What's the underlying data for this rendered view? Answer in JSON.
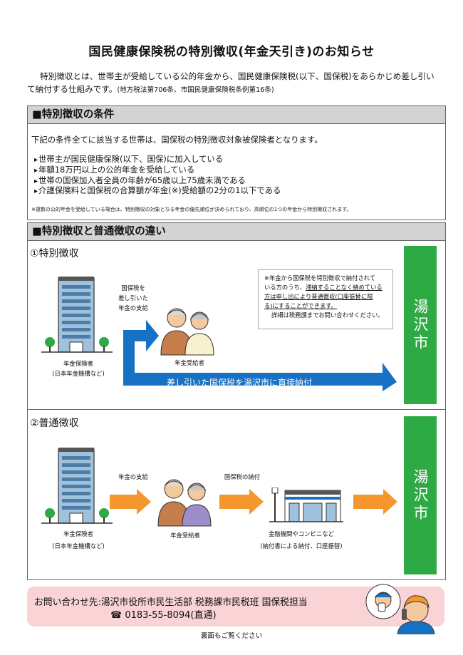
{
  "title": "国民健康保険税の特別徴収(年金天引き)のお知らせ",
  "intro": {
    "text": "特別徴収とは、世帯主が受給している公的年金から、国民健康保険税(以下、国保税)をあらかじめ差し引いて納付する仕組みです。",
    "law": "(地方税法第706条、市国民健康保険税条例第16条)"
  },
  "conditions": {
    "heading": "■特別徴収の条件",
    "lead": "下記の条件全てに該当する世帯は、国保税の特別徴収対象被保険者となります。",
    "items": [
      "世帯主が国民健康保険(以下、国保)に加入している",
      "年額18万円以上の公的年金を受給している",
      "世帯の国保加入者全員の年齢が65歳以上75歳未満である",
      "介護保険料と国保税の合算額が年金(※)受給額の2分の1以下である"
    ],
    "note": "※複数の公的年金を受給している場合は、特別徴収の対象となる年金の優先順位が決められており、高順位の1つの年金から特別徴収されます。"
  },
  "difference": {
    "heading": "■特別徴収と普通徴収の違い",
    "special": {
      "title": "①特別徴収",
      "payer_label": "年金保険者",
      "payer_sub": "(日本年金機構など)",
      "arrow_label_1": "国保税を",
      "arrow_label_2": "差し引いた",
      "arrow_label_3": "年金の支給",
      "recipient_label": "年金受給者",
      "direct_label": "差し引いた国保税を湯沢市に直接納付",
      "city": "湯沢市",
      "note_1": "※年金から国保税を特別徴収で納付されて",
      "note_2": "いる方のうち、",
      "note_3": "滞納することなく納めている",
      "note_4": "方は申し出により普通徴収(口座振替に限",
      "note_5": "る)にすることができます。",
      "note_6": "詳細は税務課までお問い合わせください。"
    },
    "normal": {
      "title": "②普通徴収",
      "payer_label": "年金保険者",
      "payer_sub": "(日本年金機構など)",
      "arrow1_label": "年金の支給",
      "recipient_label": "年金受給者",
      "arrow2_label": "国保税の納付",
      "bank_label": "金融機関やコンビニなど",
      "bank_sub": "(納付書による納付、口座振替)",
      "city": "湯沢市"
    }
  },
  "contact": {
    "line1": "お問い合わせ先:湯沢市役所市民生活部 税務課市民税班 国保税担当",
    "phone": "0183-55-8094(直通)"
  },
  "footer": "裏面もご覧ください",
  "colors": {
    "blue": "#1872c4",
    "orange": "#f5972c",
    "green": "#2eaa45",
    "pink": "#f9d3d6"
  },
  "icons": [
    "building-icon",
    "tree-icon",
    "elderly-couple-icon",
    "store-icon",
    "phone-icon",
    "operator-icon"
  ]
}
